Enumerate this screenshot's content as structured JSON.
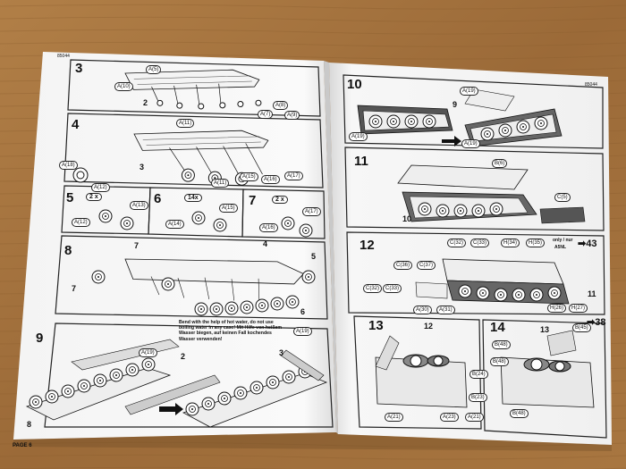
{
  "left_page": {
    "header_code": "85044",
    "footer": "PAGE 6",
    "steps": [
      {
        "number": "3",
        "parts": [
          "A(5)",
          "A(10)",
          "A(8)",
          "A(7)",
          "A(9)"
        ],
        "sub": "2"
      },
      {
        "number": "4",
        "parts": [
          "A(11)",
          "A(18)",
          "A(12)",
          "A(11)",
          "A(15)",
          "A(16)",
          "A(17)"
        ],
        "sub": "3"
      },
      {
        "number": "5",
        "qty": "2 x",
        "parts": [
          "A(12)",
          "A(13)"
        ]
      },
      {
        "number": "6",
        "qty": "14x",
        "parts": [
          "A(14)",
          "A(15)"
        ]
      },
      {
        "number": "7",
        "qty": "2 x",
        "parts": [
          "A(16)",
          "A(17)"
        ]
      },
      {
        "number": "8",
        "callouts": [
          "7",
          "4",
          "5",
          "7",
          "6"
        ]
      },
      {
        "number": "9",
        "parts": [
          "A(19)",
          "A(19)"
        ],
        "callouts": [
          "2",
          "3",
          "8"
        ]
      }
    ],
    "water_note": "Bend with the help of hot water, do not use boiling water in any case! Mit Hilfe von heißem Wasser biegen, auf keinen Fall kochendes Wasser verwenden!"
  },
  "right_page": {
    "header_code": "85044",
    "steps": [
      {
        "number": "10",
        "parts": [
          "A(19)",
          "A(19)",
          "A(19)"
        ],
        "sub": "9"
      },
      {
        "number": "11",
        "parts": [
          "B(6)",
          "C(5)"
        ],
        "sub": "10"
      },
      {
        "number": "12",
        "parts": [
          "C(32)",
          "C(33)",
          "H(34)",
          "H(35)",
          "C(36)",
          "C(37)",
          "C(32)",
          "C(33)",
          "A(30)",
          "A(31)",
          "H(26)",
          "H(27)"
        ],
        "sub": "11",
        "only_note": "only / nur",
        "only_model": "A5NL",
        "goto": "43"
      },
      {
        "number": "13",
        "parts": [
          "B(24)",
          "B(23)",
          "A(21)",
          "A(23)",
          "A(21)"
        ],
        "sub": "12"
      },
      {
        "number": "14",
        "parts": [
          "B(48)",
          "B(48)",
          "B(45)",
          "B(48)"
        ],
        "sub": "13",
        "goto": "38"
      }
    ]
  },
  "colors": {
    "table": "#a4733f",
    "paper": "#fbfbfb",
    "ink": "#1a1a1a"
  }
}
